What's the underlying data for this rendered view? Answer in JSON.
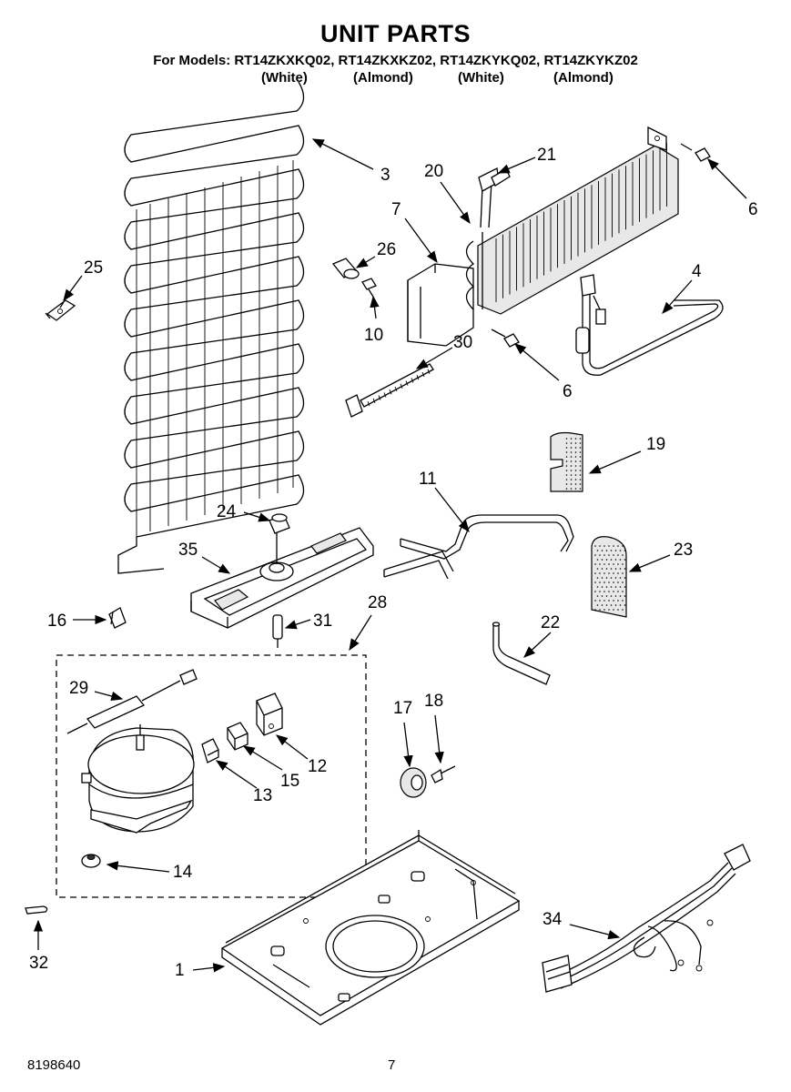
{
  "header": {
    "title": "UNIT PARTS",
    "models_line": "For Models: RT14ZKXKQ02, RT14ZKXKZ02, RT14ZKYKQ02, RT14ZKYKZ02",
    "colors": [
      "(White)",
      "(Almond)",
      "(White)",
      "(Almond)"
    ]
  },
  "footer": {
    "doc_number": "8198640",
    "page_number": "7"
  },
  "callouts": {
    "c1": "1",
    "c3": "3",
    "c4": "4",
    "c6a": "6",
    "c6b": "6",
    "c7": "7",
    "c10": "10",
    "c11": "11",
    "c12": "12",
    "c13": "13",
    "c14": "14",
    "c15": "15",
    "c16": "16",
    "c17": "17",
    "c18": "18",
    "c19": "19",
    "c20": "20",
    "c21": "21",
    "c22": "22",
    "c23": "23",
    "c24": "24",
    "c25": "25",
    "c26": "26",
    "c28": "28",
    "c29": "29",
    "c30": "30",
    "c31": "31",
    "c32": "32",
    "c34": "34",
    "c35": "35"
  }
}
